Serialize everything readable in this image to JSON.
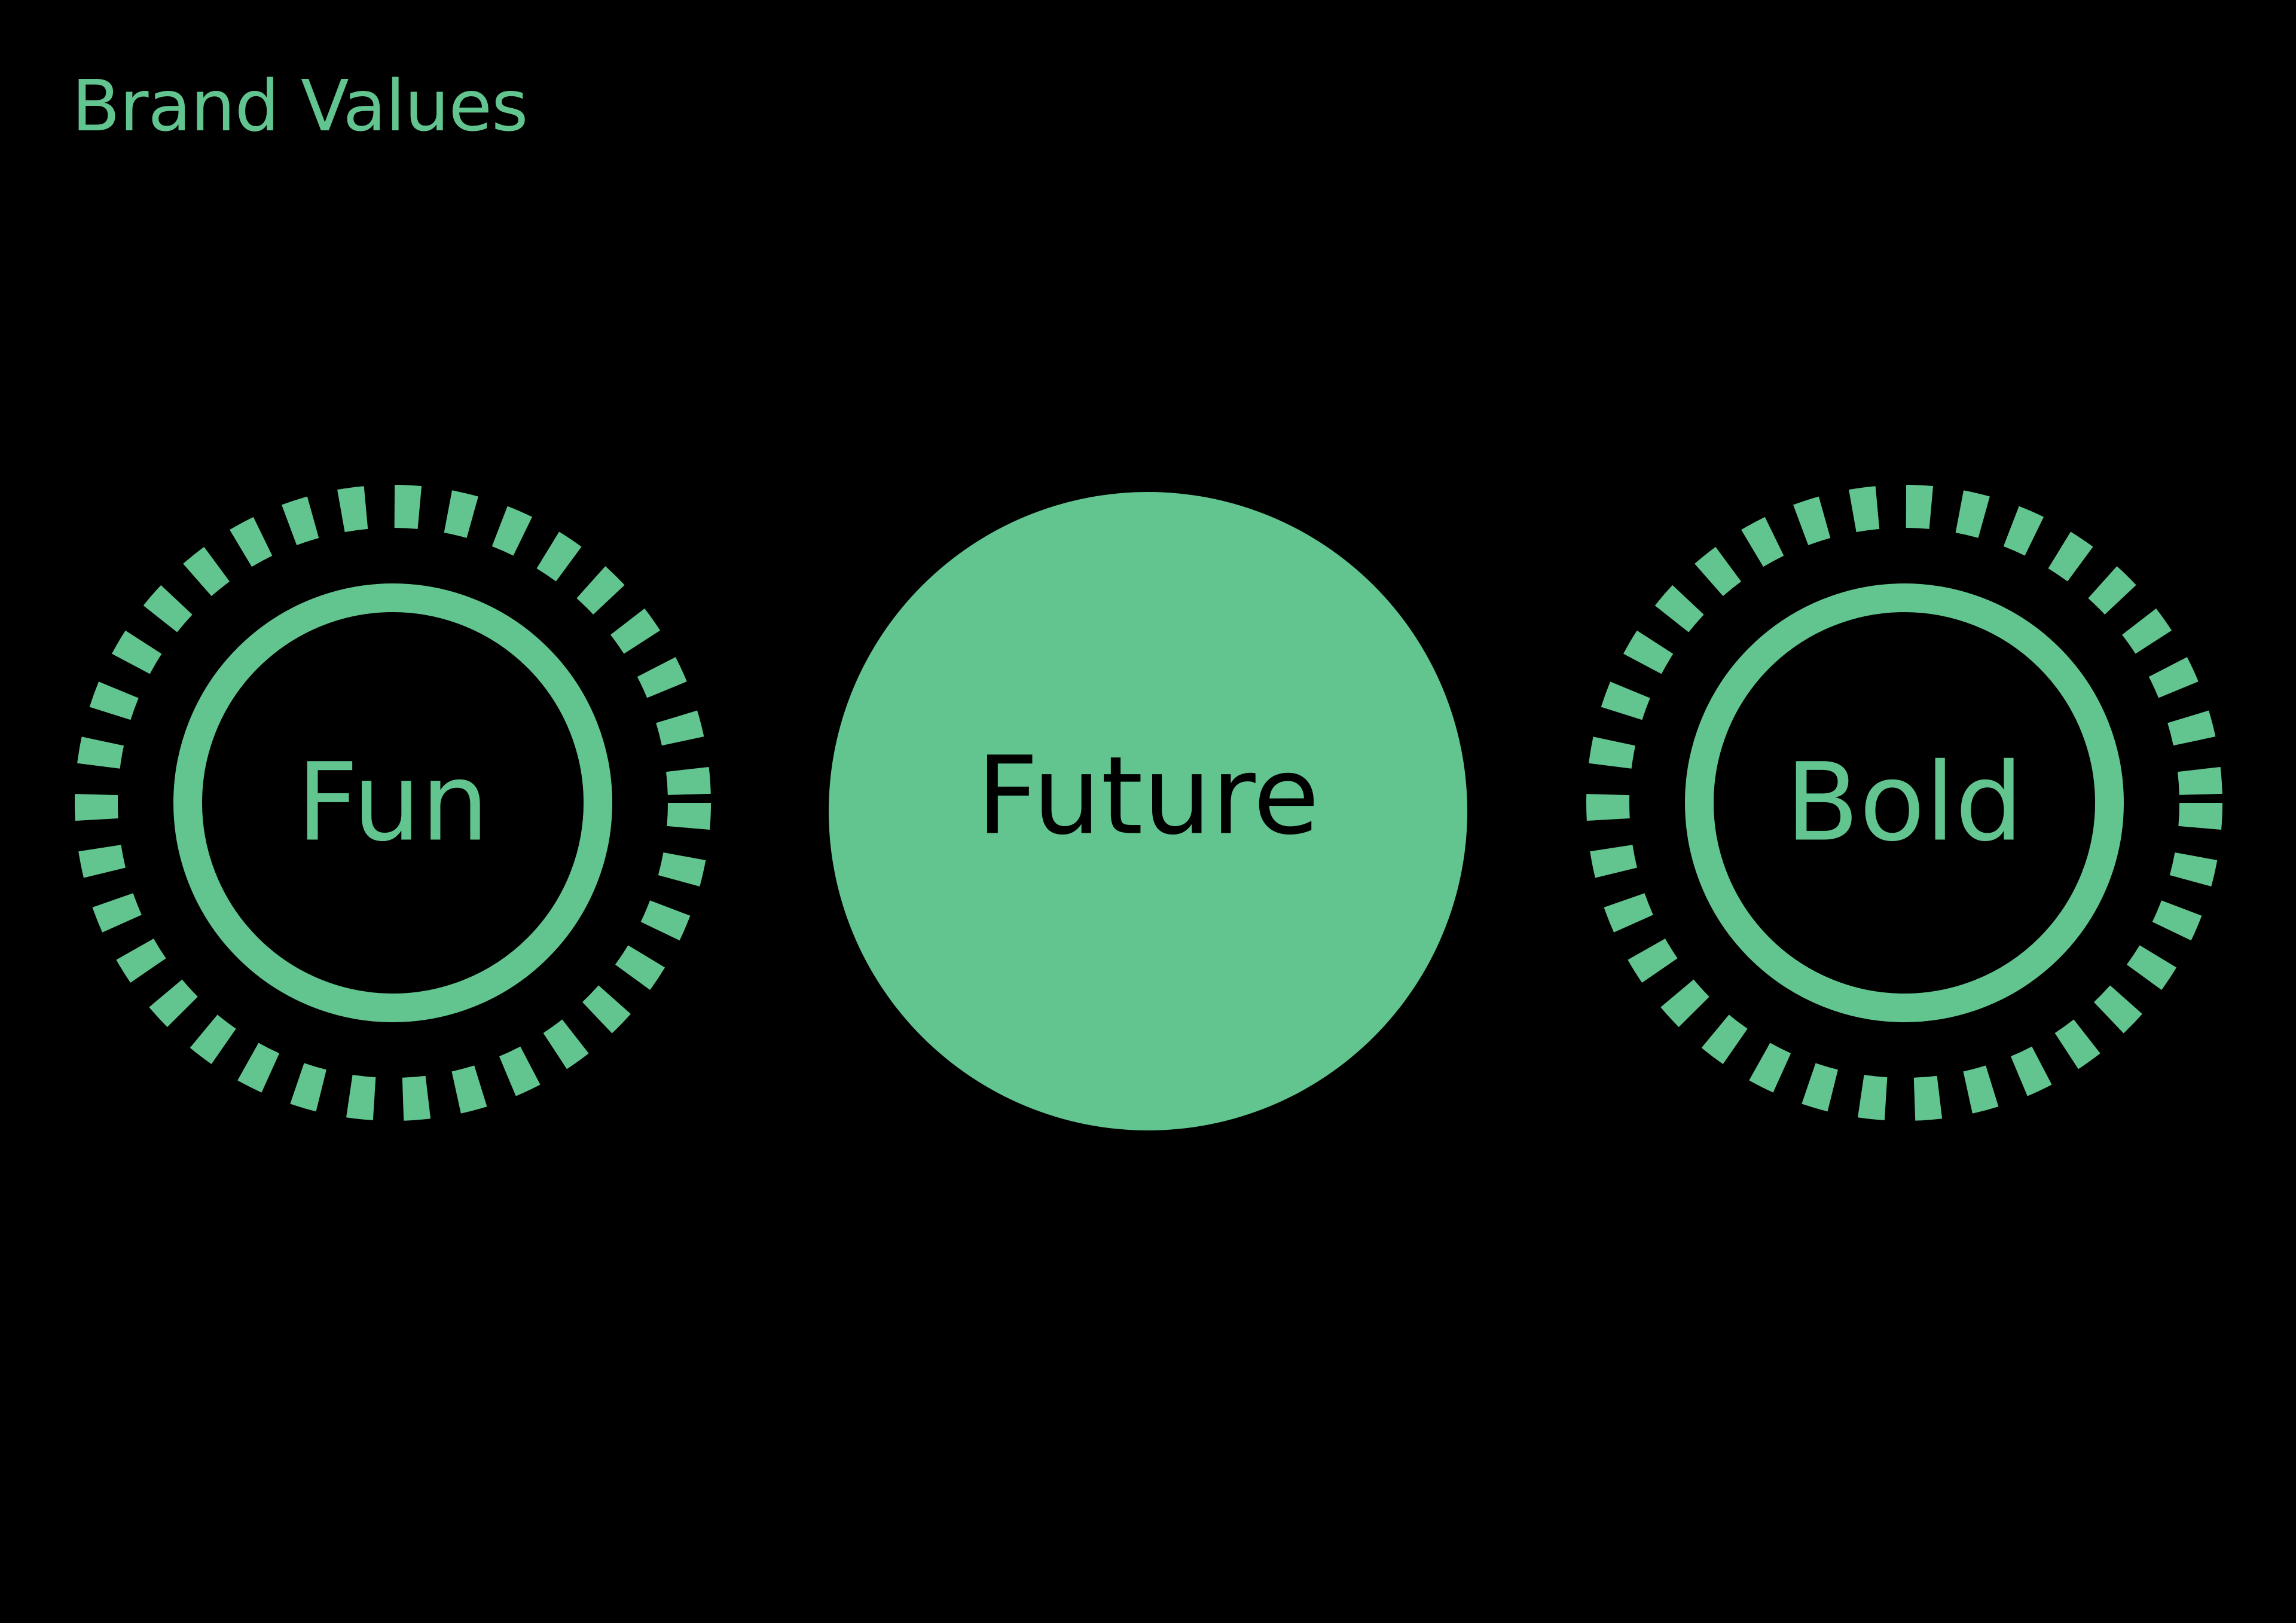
{
  "title": "Brand Values",
  "colors": {
    "background": "#000000",
    "accent": "#62c58f"
  },
  "values": [
    {
      "label": "Fun",
      "style": "outline-with-dashed-ring"
    },
    {
      "label": "Future",
      "style": "filled"
    },
    {
      "label": "Bold",
      "style": "outline-with-dashed-ring"
    }
  ]
}
